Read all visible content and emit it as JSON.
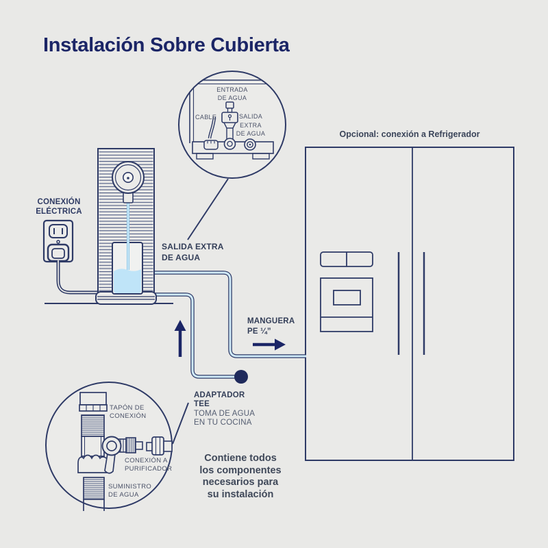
{
  "title": "Instalación Sobre Cubierta",
  "colors": {
    "background": "#e9e9e7",
    "line_navy": "#2e3a66",
    "dark_navy": "#1b2566",
    "label_gray": "#4b5268",
    "water_blue": "#bfe4f8",
    "tube_blue": "#cfe9f8"
  },
  "top_detail": {
    "entrada_label": "ENTRADA\nDE AGUA",
    "cable_label": "CABLE",
    "salida_label": "SALIDA\nEXTRA\nDE AGUA"
  },
  "purifier": {
    "conexion_electrica_label": "CONEXIÓN\nELÉCTRICA",
    "salida_extra_label": "SALIDA EXTRA\nDE AGUA"
  },
  "fridge": {
    "opcional_label": "Opcional: conexión a Refrigerador",
    "manguera_label": "MANGUERA\nPE ¼”"
  },
  "tee": {
    "adaptador_label": "ADAPTADOR\nTEE",
    "toma_label": "TOMA DE AGUA\nEN TU COCINA",
    "tapon_label": "TAPÓN DE\nCONEXIÓN",
    "purificador_label": "CONEXIÓN A\nPURIFICADOR",
    "suministro_label": "SUMINISTRO\nDE AGUA"
  },
  "footer": {
    "contiene_label": "Contiene todos\nlos componentes\nnecesarios para\nsu instalación"
  }
}
